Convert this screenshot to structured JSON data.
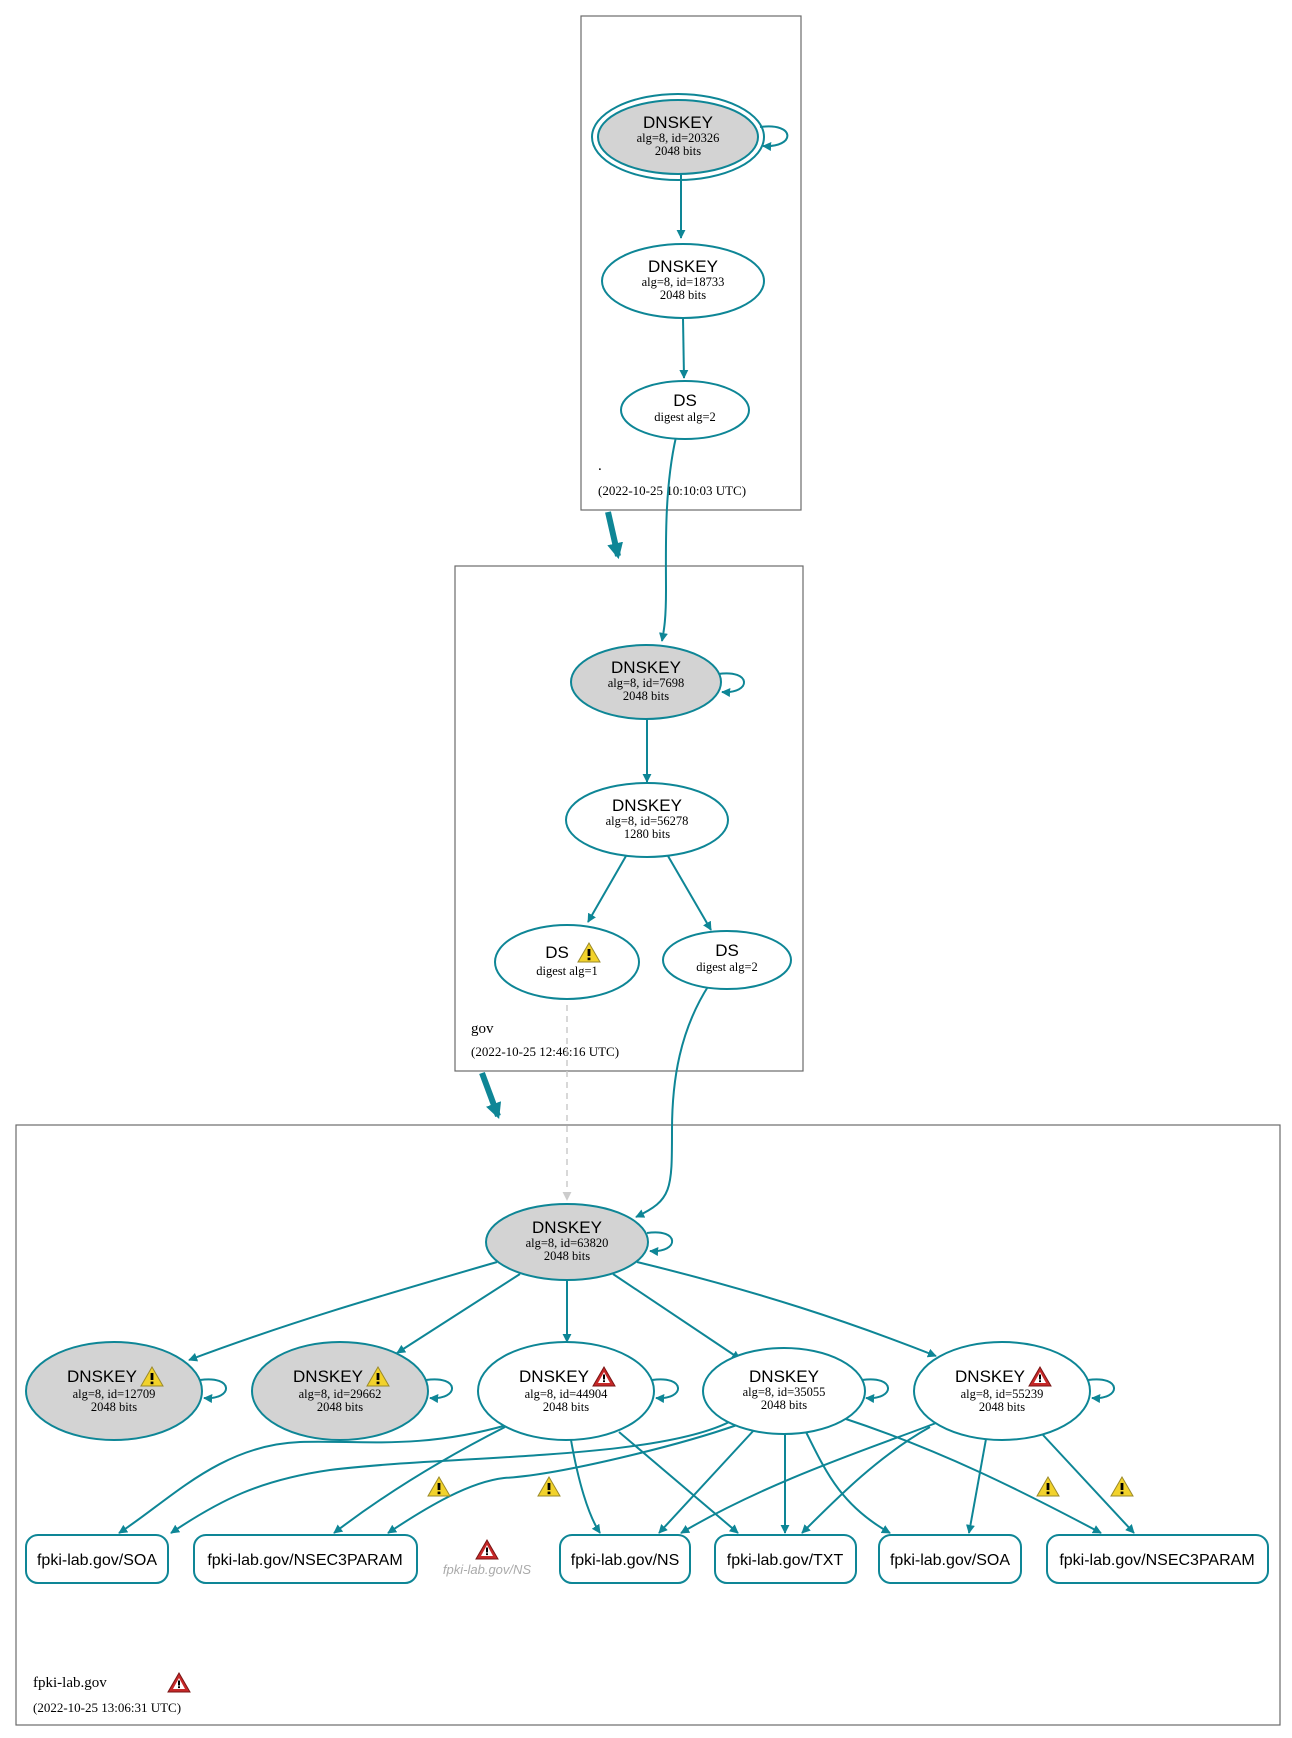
{
  "colors": {
    "edge": "#0e8696",
    "ksk_fill": "#d3d3d3",
    "warning_yellow": "#f2d22b",
    "error_red": "#c62828",
    "ghost": "#aaaaaa"
  },
  "zones": [
    {
      "name": ".",
      "timestamp": "(2022-10-25 10:10:03 UTC)"
    },
    {
      "name": "gov",
      "timestamp": "(2022-10-25 12:46:16 UTC)"
    },
    {
      "name": "fpki-lab.gov",
      "timestamp": "(2022-10-25 13:06:31 UTC)"
    }
  ],
  "nodes": {
    "root_ksk": {
      "title": "DNSKEY",
      "line1": "alg=8, id=20326",
      "line2": "2048 bits"
    },
    "root_zsk": {
      "title": "DNSKEY",
      "line1": "alg=8, id=18733",
      "line2": "2048 bits"
    },
    "root_ds": {
      "title": "DS",
      "line1": "digest alg=2"
    },
    "gov_ksk": {
      "title": "DNSKEY",
      "line1": "alg=8, id=7698",
      "line2": "2048 bits"
    },
    "gov_zsk": {
      "title": "DNSKEY",
      "line1": "alg=8, id=56278",
      "line2": "1280 bits"
    },
    "gov_ds1": {
      "title": "DS",
      "line1": "digest alg=1"
    },
    "gov_ds2": {
      "title": "DS",
      "line1": "digest alg=2"
    },
    "fpki_ksk": {
      "title": "DNSKEY",
      "line1": "alg=8, id=63820",
      "line2": "2048 bits"
    },
    "fpki_k12709": {
      "title": "DNSKEY",
      "line1": "alg=8, id=12709",
      "line2": "2048 bits"
    },
    "fpki_k29662": {
      "title": "DNSKEY",
      "line1": "alg=8, id=29662",
      "line2": "2048 bits"
    },
    "fpki_k44904": {
      "title": "DNSKEY",
      "line1": "alg=8, id=44904",
      "line2": "2048 bits"
    },
    "fpki_k35055": {
      "title": "DNSKEY",
      "line1": "alg=8, id=35055",
      "line2": "2048 bits"
    },
    "fpki_k55239": {
      "title": "DNSKEY",
      "line1": "alg=8, id=55239",
      "line2": "2048 bits"
    }
  },
  "rrsets": [
    {
      "label": "fpki-lab.gov/SOA"
    },
    {
      "label": "fpki-lab.gov/NSEC3PARAM"
    },
    {
      "label": "fpki-lab.gov/NS"
    },
    {
      "label": "fpki-lab.gov/TXT"
    },
    {
      "label": "fpki-lab.gov/SOA"
    },
    {
      "label": "fpki-lab.gov/NSEC3PARAM"
    }
  ],
  "ghost_rrset": {
    "label": "fpki-lab.gov/NS",
    "icon": "error-icon"
  }
}
